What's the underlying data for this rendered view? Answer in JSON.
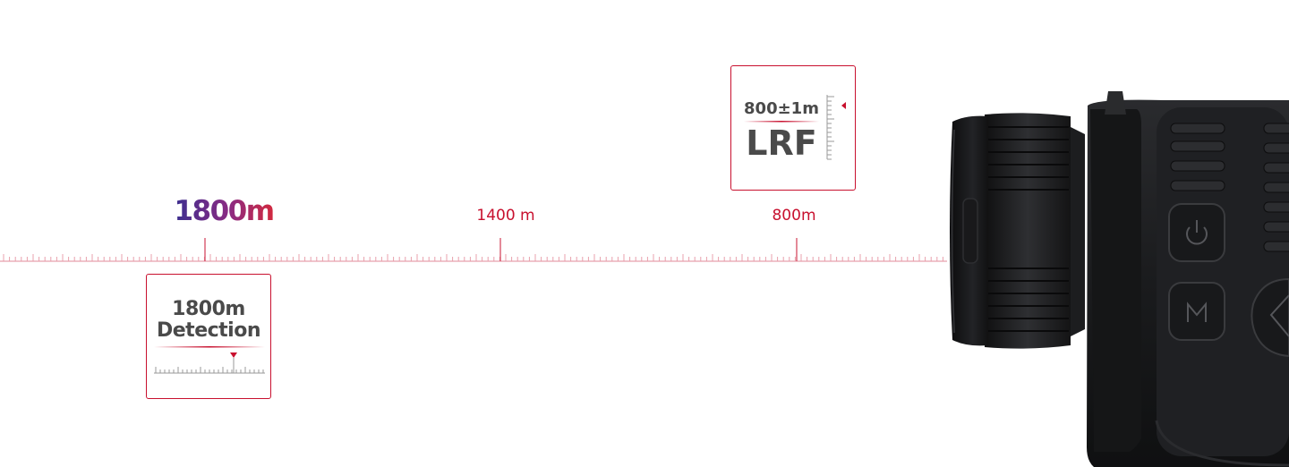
{
  "scale": {
    "markers": [
      {
        "label": "1800m",
        "style": "gradient"
      },
      {
        "label": "1400 m",
        "style": "plain"
      },
      {
        "label": "800m",
        "style": "plain"
      }
    ]
  },
  "detection_card": {
    "line1": "1800m",
    "line2": "Detection"
  },
  "lrf_card": {
    "range": "800±1m",
    "code": "LRF"
  },
  "colors": {
    "accent": "#c8102e",
    "text_dark": "#4a4a4a",
    "gradient_start": "#3c2f8f",
    "gradient_end": "#d2293f",
    "device_body": "#1b1b1d"
  },
  "icons": [
    "power-icon",
    "menu-m-icon",
    "nav-diamond-icon"
  ]
}
